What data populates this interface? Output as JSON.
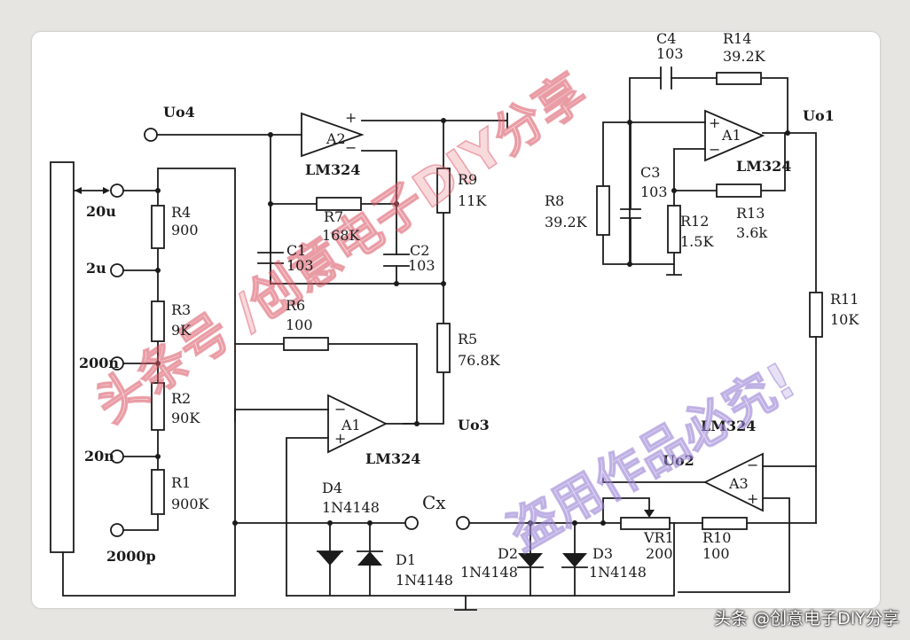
{
  "labels": {
    "uo4": "Uo4",
    "uo1": "Uo1",
    "uo2": "Uo2",
    "uo3": "Uo3",
    "cx": "Cx",
    "r1": "R1",
    "r1_val": "900K",
    "r2": "R2",
    "r2_val": "90K",
    "r3": "R3",
    "r3_val": "9K",
    "r4": "R4",
    "r4_val": "900",
    "r5": "R5",
    "r5_val": "76.8K",
    "r6": "R6",
    "r6_val": "100",
    "r7": "R7",
    "r7_val": "168K",
    "r8": "R8",
    "r8_val": "39.2K",
    "r9": "R9",
    "r9_val": "11K",
    "r10": "R10",
    "r10_val": "100",
    "r11": "R11",
    "r11_val": "10K",
    "r12": "R12",
    "r12_val": "1.5K",
    "r13": "R13",
    "r13_val": "3.6k",
    "r14": "R14",
    "r14_val": "39.2K",
    "c1": "C1",
    "c1_val": "103",
    "c2": "C2",
    "c2_val": "103",
    "c3": "C3",
    "c3_val": "103",
    "c4": "C4",
    "c4_val": "103",
    "vr1": "VR1",
    "vr1_val": "200",
    "d1": "D1",
    "d1_val": "1N4148",
    "d2": "D2",
    "d2_val": "1N4148",
    "d3": "D3",
    "d3_val": "1N4148",
    "d4": "D4",
    "d4_val": "1N4148",
    "a1_top": "A1",
    "a1_top_type": "LM324",
    "a1": "A1",
    "a1_type": "LM324",
    "a2": "A2",
    "a2_type": "LM324",
    "a3": "A3",
    "a3_type": "LM324",
    "range_20u": "20u",
    "range_2u": "2u",
    "range_200n": "200n",
    "range_20n": "20n",
    "range_2000p": "2000p",
    "plus": "+",
    "minus": "−"
  },
  "watermarks": {
    "red": "头条号 /创意电子DIY分享",
    "purple": "盗用作品必究!"
  },
  "footer": "头条 @创意电子DIY分享"
}
